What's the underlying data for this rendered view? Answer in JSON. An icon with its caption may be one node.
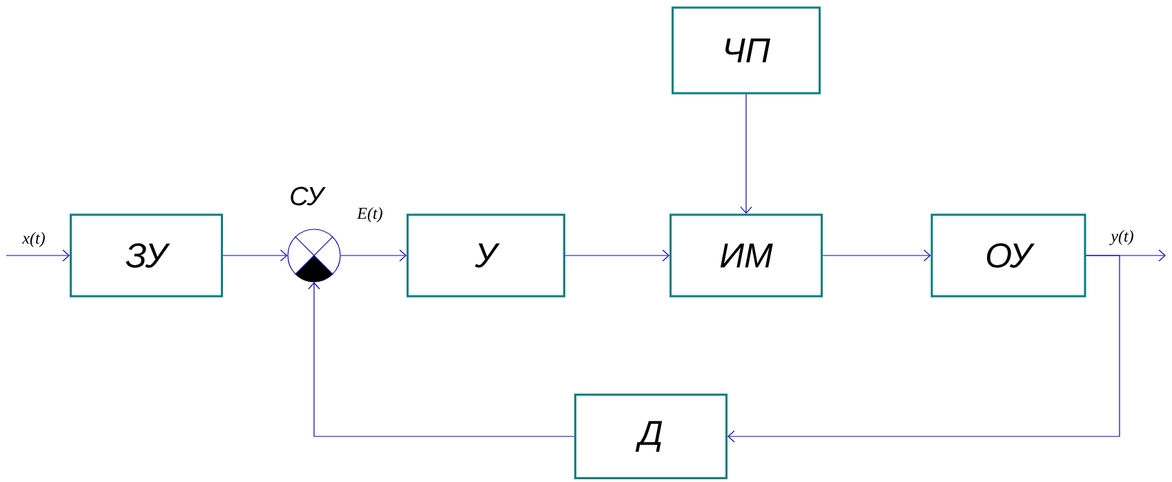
{
  "diagram": {
    "nodes": [
      {
        "text": [
          "ЗУ"
        ]
      },
      {
        "text": [],
        "shape": "circle",
        "beside": [
          "СУ"
        ]
      },
      {
        "text": [
          "У"
        ]
      },
      {
        "text": [
          "ЧП"
        ]
      },
      {
        "text": [
          "ИМ"
        ]
      },
      {
        "text": [
          "ОУ"
        ]
      },
      {
        "text": [
          "Д"
        ]
      }
    ],
    "edges": [
      {
        "from": null,
        "to": 0,
        "arrow": "to",
        "label": "x(t)"
      },
      {
        "from": 0,
        "to": 1,
        "arrow": "to"
      },
      {
        "from": 1,
        "to": 2,
        "arrow": "to",
        "label": "E(t)"
      },
      {
        "from": 3,
        "to": 4,
        "arrow": "to"
      },
      {
        "from": 2,
        "to": 4,
        "arrow": "to"
      },
      {
        "from": 4,
        "to": 5,
        "arrow": "to"
      },
      {
        "from": 5,
        "to": null,
        "arrow": "to",
        "label": "y(t)"
      },
      {
        "from": 5,
        "to": 6,
        "arrow": "to"
      },
      {
        "from": 6,
        "to": 1,
        "arrow": "to"
      }
    ]
  }
}
